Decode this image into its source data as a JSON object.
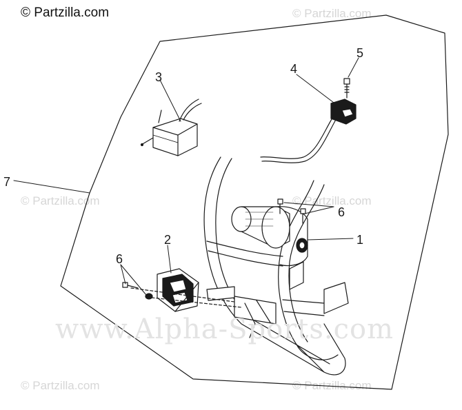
{
  "copyright": "© Partzilla.com",
  "watermark": "© Partzilla.com",
  "big_watermark": "www.Alpha-Sports.com",
  "callouts": {
    "c1": "1",
    "c2": "2",
    "c3": "3",
    "c4": "4",
    "c5": "5",
    "c6a": "6",
    "c6b": "6",
    "c7": "7"
  },
  "colors": {
    "line": "#1a1a1a",
    "watermark": "#d6d6d6"
  }
}
